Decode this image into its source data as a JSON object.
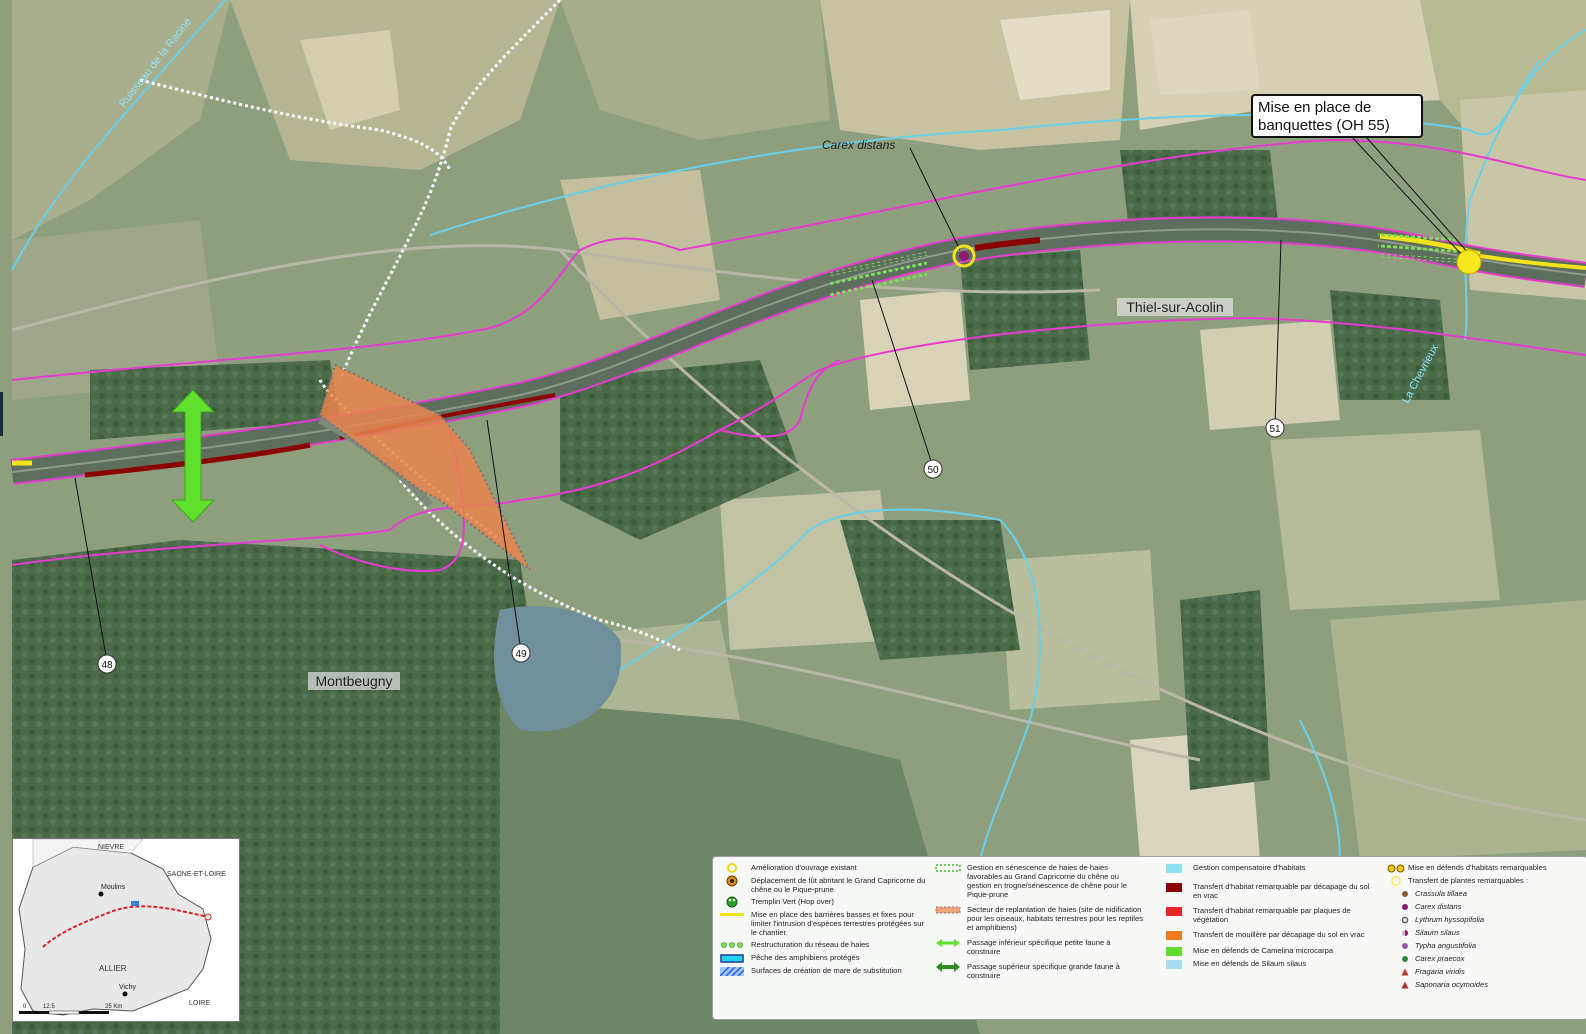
{
  "map": {
    "places": {
      "thiel": "Thiel-sur-Acolin",
      "montbeugny": "Montbeugny"
    },
    "streams": {
      "racine": "Ruisseau de la Racine",
      "chevrieux": "La Chevrieux"
    },
    "callouts": {
      "carex": "Carex distans",
      "banquettes_line1": "Mise en place de",
      "banquettes_line2": "banquettes (OH 55)"
    },
    "markers": [
      "48",
      "49",
      "50",
      "51"
    ]
  },
  "legend": {
    "col1": [
      {
        "icon": "yellow-circle-icon",
        "text": "Amélioration d'ouvrage existant"
      },
      {
        "icon": "beetle-icon",
        "text": "Déplacement de fût abritant le Grand Capricorne du chêne ou le Pique-prune"
      },
      {
        "icon": "frog-icon",
        "text": "Tremplin Vert (Hop over)"
      },
      {
        "icon": "yellow-line-icon",
        "text": "Mise en place des barrières basses et fixes pour limiter l'intrusion d'espèces terrestres protégées sur le chantier"
      },
      {
        "icon": "green-dots-icon",
        "text": "Restructuration du réseau de haies"
      },
      {
        "icon": "cyan-rect-icon",
        "text": "Pêche des amphibiens protégés"
      },
      {
        "icon": "blue-hatch-icon",
        "text": "Surfaces de création de mare de substitution"
      }
    ],
    "col2": [
      {
        "icon": "green-dotted-hedge-icon",
        "text": "Gestion en sénescence de haies de haies favorables au Grand Capricorne du chêne ou gestion en trogne/sénescence de chêne pour le Pique-prune"
      },
      {
        "icon": "orange-dotted-hedge-icon",
        "text": "Secteur de replantation de haies (site de nidification pour les oiseaux, habitats terrestres pour les reptiles et amphibiens)"
      },
      {
        "icon": "small-green-arrow-icon",
        "text": "Passage inférieur spécifique petite faune à construire"
      },
      {
        "icon": "large-green-arrow-icon",
        "text": "Passage supérieur spécifique grande faune à construire"
      }
    ],
    "col3": [
      {
        "icon": "cyan-swatch-icon",
        "color": "#8fe3f0",
        "text": "Gestion compensatoire d'habitats"
      },
      {
        "icon": "darkred-swatch-icon",
        "color": "#8b0000",
        "text": "Transfert d'habitat remarquable par décapage du sol en vrac"
      },
      {
        "icon": "red-swatch-icon",
        "color": "#e8262a",
        "text": "Transfert d'habitat remarquable par plaques de végétation"
      },
      {
        "icon": "orange-swatch-icon",
        "color": "#f07c22",
        "text": "Transfert de mouillère par décapage du sol en vrac"
      },
      {
        "icon": "green-swatch-icon",
        "color": "#5fdc2c",
        "text": "Mise en défends de Camelina microcarpa"
      },
      {
        "icon": "lightblue-swatch-icon",
        "color": "#a7dcf2",
        "text": "Mise en défends de Silaum silaus"
      }
    ],
    "col4": {
      "head1": "Mise en défends d'habitats remarquables",
      "head2": "Transfert de plantes remarquables :",
      "plants": [
        {
          "name": "Crassula tillaea",
          "color": "#8a5a2b",
          "shape": "dot"
        },
        {
          "name": "Carex distans",
          "color": "#8e1b6e",
          "shape": "dot"
        },
        {
          "name": "Lythrum hyssopifolia",
          "color": "#555555",
          "shape": "ring"
        },
        {
          "name": "Silaum silaus",
          "color": "#8e1b6e",
          "shape": "half"
        },
        {
          "name": "Typha angustifolia",
          "color": "#9b59b6",
          "shape": "dot"
        },
        {
          "name": "Carex praecox",
          "color": "#2e8b3a",
          "shape": "dot"
        },
        {
          "name": "Fragaria viridis",
          "color": "#c0392b",
          "shape": "tri"
        },
        {
          "name": "Saponaria ocymoides",
          "color": "#a93226",
          "shape": "tri"
        }
      ]
    }
  },
  "inset": {
    "regions": {
      "nievre": "NIEVRE",
      "saone": "SAONE-ET-LOIRE",
      "allier": "ALLIER",
      "loire": "LOIRE"
    },
    "cities": {
      "moulins": "Moulins",
      "vichy": "Vichy"
    },
    "scale": {
      "zero": "0",
      "mid": "12.5",
      "end": "25 Km"
    }
  }
}
